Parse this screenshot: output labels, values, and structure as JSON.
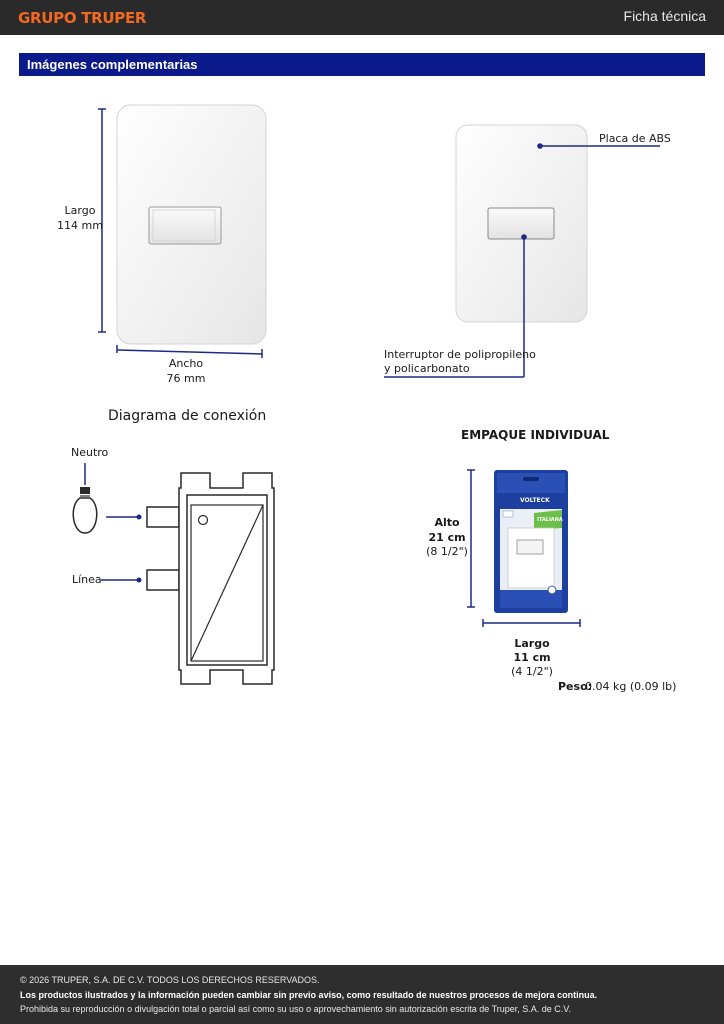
{
  "header": {
    "brand": "GRUPO TRUPER",
    "doc_type": "Ficha técnica"
  },
  "section": {
    "title": "Imágenes complementarias"
  },
  "product": {
    "largo_label": "Largo",
    "largo_value": "114 mm",
    "ancho_label": "Ancho",
    "ancho_value": "76 mm",
    "placa_label": "Placa de ABS",
    "interruptor_line1": "Interruptor de polipropileno",
    "interruptor_line2": "y policarbonato"
  },
  "diagram": {
    "title": "Diagrama de conexión",
    "neutro_label": "Neutro",
    "linea_label": "Línea"
  },
  "package": {
    "title": "EMPAQUE INDIVIDUAL",
    "alto_label": "Alto",
    "alto_value": "21 cm",
    "alto_inch": "(8 1/2\")",
    "largo_label": "Largo",
    "largo_value": "11 cm",
    "largo_inch": "(4 1/2\")",
    "peso_label": "Peso:",
    "peso_value": "0.04 kg (0.09 lb)",
    "brand_text": "VOLTECK",
    "green_tag": "ITALIANA"
  },
  "footer": {
    "copyright": "© 2026 TRUPER, S.A. DE C.V. TODOS LOS DERECHOS RESERVADOS.",
    "notice": "Los productos ilustrados y la información pueden cambiar sin previo aviso, como resultado de nuestros procesos de mejora continua.",
    "prohibition": "Prohibida su reproducción o divulgación total o parcial así como su uso o aprovechamiento sin autorización escrita de Truper, S.A. de C.V."
  },
  "colors": {
    "brand_orange": "#f26a21",
    "section_blue": "#0b1a8a",
    "line_blue": "#1a2a8a",
    "header_dark": "#2a2a2a"
  }
}
